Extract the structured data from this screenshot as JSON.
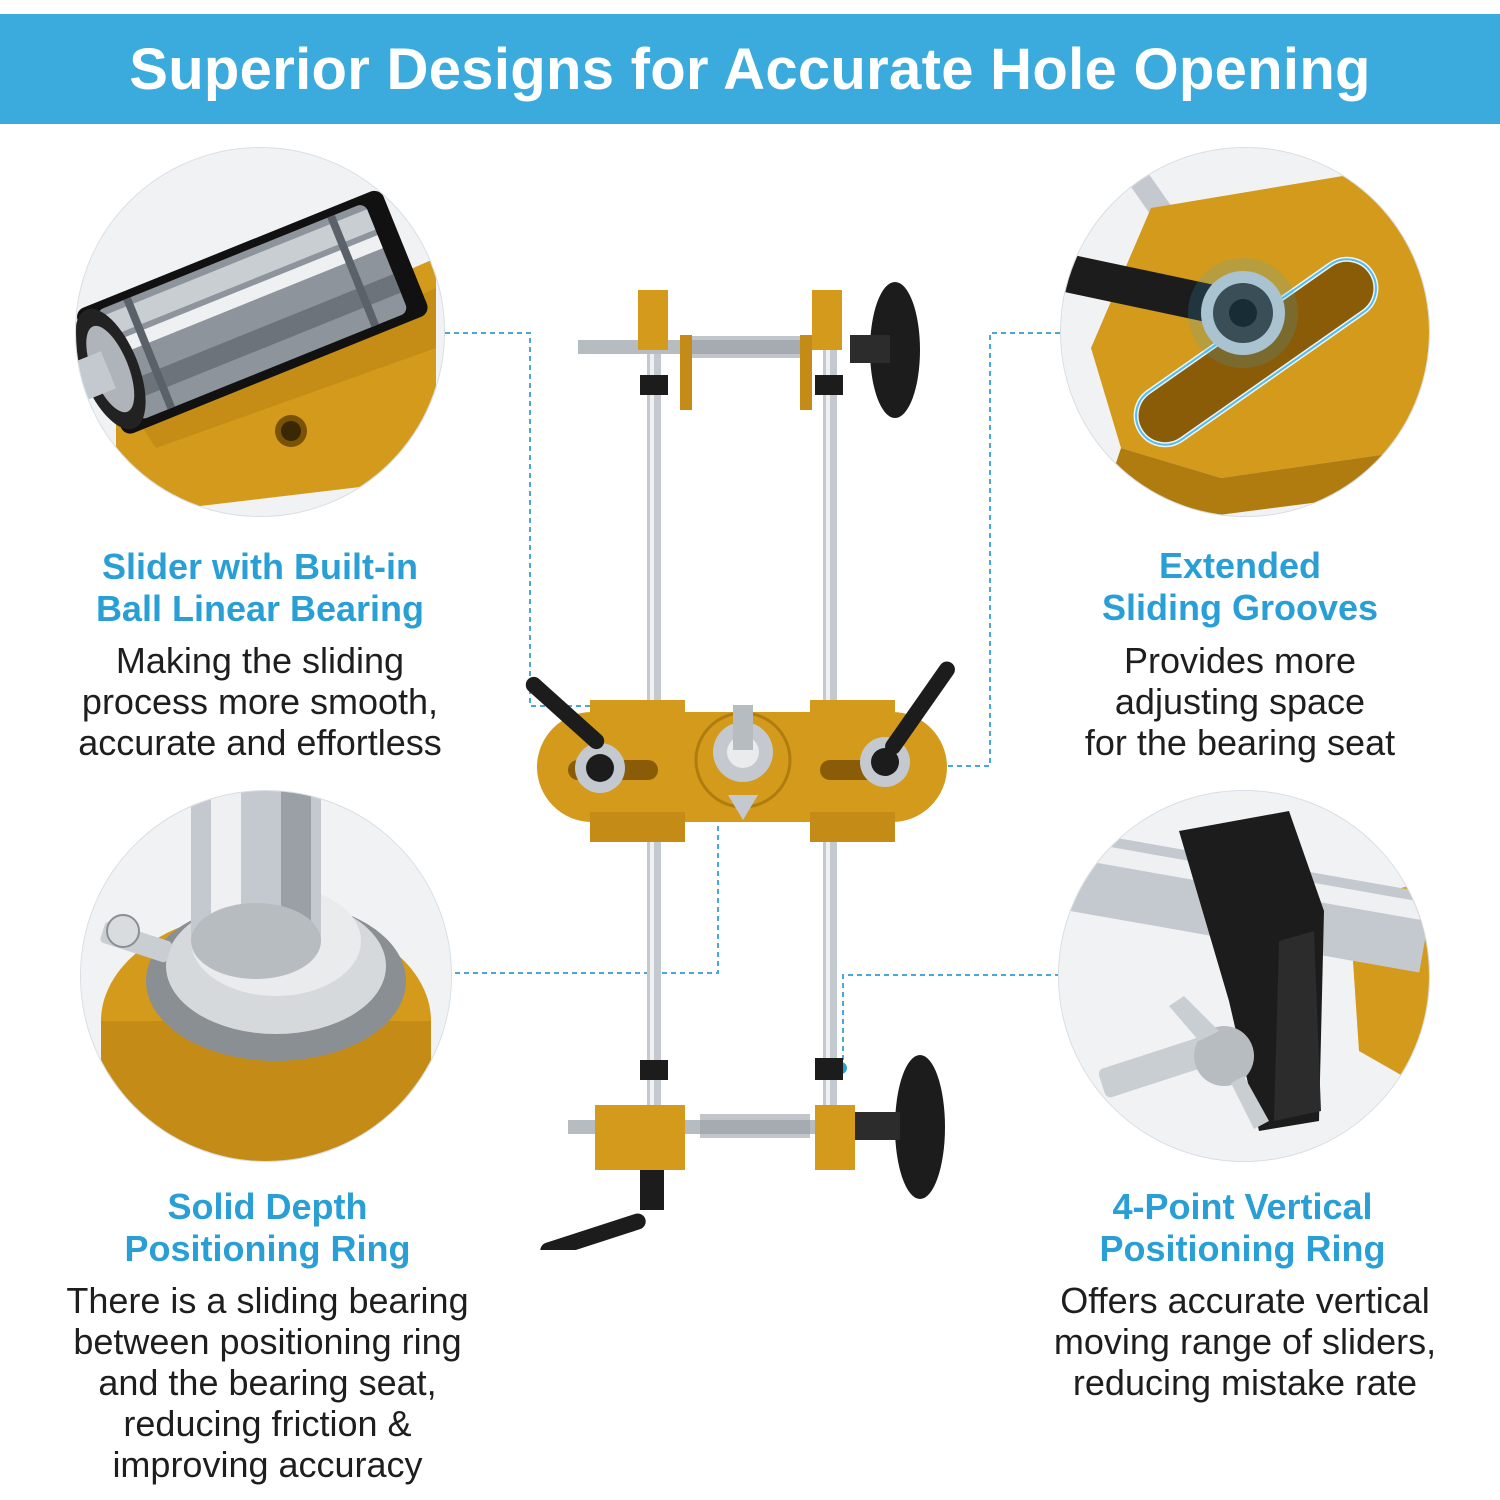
{
  "banner": {
    "title": "Superior Designs for Accurate Hole Opening"
  },
  "features": [
    {
      "title": "Slider with Built-in\nBall Linear Bearing",
      "description": "Making the sliding\nprocess more smooth,\naccurate and effortless"
    },
    {
      "title": "Extended\nSliding Grooves",
      "description": "Provides more\nadjusting space\nfor the bearing seat"
    },
    {
      "title": "Solid Depth\nPositioning Ring",
      "description": "There is a sliding bearing\nbetween positioning ring\nand the bearing seat,\nreducing friction &\nimproving accuracy"
    },
    {
      "title": "4-Point Vertical\nPositioning Ring",
      "description": "Offers accurate vertical\nmoving range of sliders,\nreducing mistake rate"
    }
  ],
  "colors": {
    "banner": "#3aabdc",
    "title_text": "#2a9fd6",
    "body_text": "#1e1e1e",
    "gold": "#d39a1c",
    "steel": "#c4c9cf",
    "black_parts": "#1c1c1c",
    "connector": "#4aa8d8"
  },
  "images": {
    "product": "door-lock-mortiser-jig",
    "detail_1": "linear-bearing-slider",
    "detail_2": "sliding-groove",
    "detail_3": "depth-positioning-ring",
    "detail_4": "vertical-positioning-ring"
  }
}
